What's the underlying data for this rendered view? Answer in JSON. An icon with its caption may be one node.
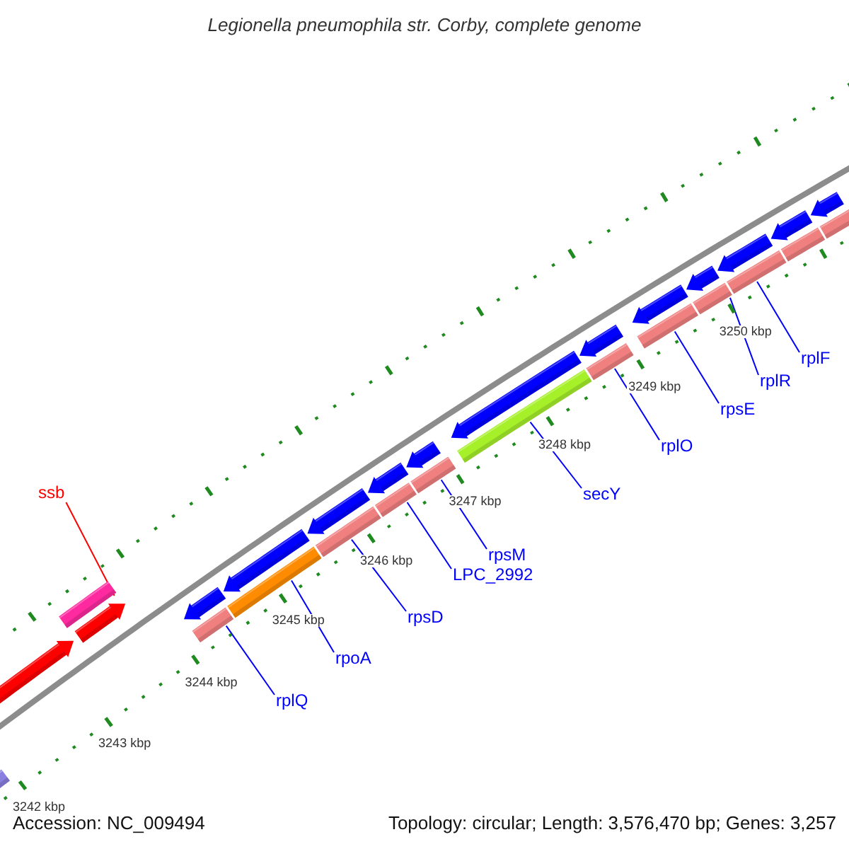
{
  "diagram": {
    "title": "Legionella pneumophila str. Corby, complete genome",
    "nodes": [
      {
        "text": [
          "ssb"
        ]
      },
      {
        "text": [
          "rplQ"
        ]
      },
      {
        "text": [
          "rpoA"
        ]
      },
      {
        "text": [
          "rpsD"
        ]
      },
      {
        "text": [
          "LPC_2992"
        ]
      },
      {
        "text": [
          "rpsM"
        ]
      },
      {
        "text": [
          "secY"
        ]
      },
      {
        "text": [
          "rplO"
        ]
      },
      {
        "text": [
          "rpsE"
        ]
      },
      {
        "text": [
          "rplR"
        ]
      },
      {
        "text": [
          "rplF"
        ]
      },
      {
        "text": [],
        "shape": "bar"
      },
      {
        "text": [],
        "shape": "bar"
      },
      {
        "text": [],
        "shape": "bar"
      },
      {
        "text": [],
        "shape": "bar"
      },
      {
        "text": [],
        "shape": "bar"
      },
      {
        "text": [],
        "shape": "bar"
      },
      {
        "text": [],
        "shape": "bar"
      },
      {
        "text": [],
        "shape": "bar"
      },
      {
        "text": [],
        "shape": "bar"
      },
      {
        "text": [],
        "shape": "bar"
      },
      {
        "text": [],
        "shape": "bar"
      },
      {
        "text": [],
        "shape": "bar"
      },
      {
        "text": [],
        "shape": "bar"
      }
    ],
    "edges": [
      {
        "from": 0,
        "to": 11,
        "arrow": "none",
        "color": "#ff0000"
      },
      {
        "from": 1,
        "to": 12,
        "arrow": "none"
      },
      {
        "from": 2,
        "to": 13,
        "arrow": "none"
      },
      {
        "from": 3,
        "to": 14,
        "arrow": "none"
      },
      {
        "from": 4,
        "to": 15,
        "arrow": "none"
      },
      {
        "from": 5,
        "to": 16,
        "arrow": "none"
      },
      {
        "from": 6,
        "to": 17,
        "arrow": "none"
      },
      {
        "from": 7,
        "to": 18,
        "arrow": "none"
      },
      {
        "from": 8,
        "to": 19,
        "arrow": "none"
      },
      {
        "from": 9,
        "to": 20,
        "arrow": "none"
      },
      {
        "from": 10,
        "to": 21,
        "arrow": "none"
      }
    ],
    "labels": [
      "3242 kbp",
      "3243 kbp",
      "3244 kbp",
      "3245 kbp",
      "3246 kbp",
      "3247 kbp",
      "3248 kbp",
      "3249 kbp",
      "3250 kbp",
      "Accession: NC_009494",
      "Topology: circular; Length: 3,576,470 bp; Genes: 3,257"
    ]
  }
}
